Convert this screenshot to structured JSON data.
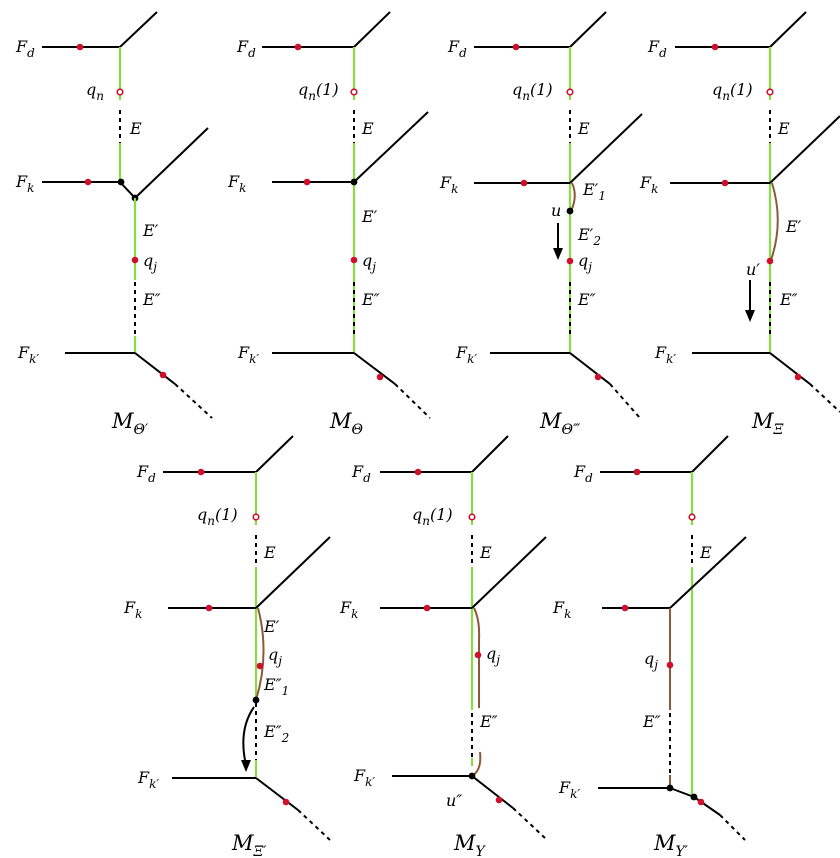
{
  "colors": {
    "edge": "#000000",
    "green_edge": "#88dd44",
    "brown_edge": "#8a5a3a",
    "marked_point": "#d0102a"
  },
  "labels": {
    "Fd": "F",
    "d": "d",
    "Fk": "F",
    "k": "k",
    "Fkp": "F",
    "kp": "k′",
    "qn": "q",
    "n": "n",
    "one": "(1)",
    "qj": "q",
    "j": "j",
    "E": "E",
    "Ep": "E′",
    "Epp": "E″",
    "E1p": "E′",
    "E2p": "E′",
    "E1pp": "E″",
    "E2pp": "E″",
    "sub1": "1",
    "sub2": "2",
    "u": "u",
    "up": "u′",
    "upp": "u″"
  },
  "panels": [
    {
      "caption": "M",
      "sub": "Θ′"
    },
    {
      "caption": "M",
      "sub": "Θ"
    },
    {
      "caption": "M",
      "sub": "Θ‴"
    },
    {
      "caption": "M",
      "sub": "Ξ"
    },
    {
      "caption": "M",
      "sub": "Ξ′"
    },
    {
      "caption": "M",
      "sub": "Υ"
    },
    {
      "caption": "M",
      "sub": "Υ′"
    }
  ]
}
